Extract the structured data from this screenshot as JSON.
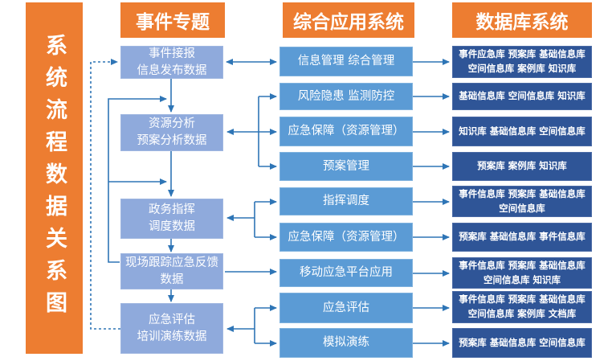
{
  "title_bar": "系统流程数据关系图",
  "colors": {
    "header_orange": "#ED7D31",
    "event_box_blue": "#8FAADC",
    "app_box_blue": "#5B9BD5",
    "db_box_blue": "#2F5597",
    "arrow_blue": "#2E75B6"
  },
  "columns": {
    "events": {
      "header": "事件专题",
      "boxes": [
        {
          "lines": [
            "事件接报",
            "信息发布数据"
          ]
        },
        {
          "lines": [
            "资源分析",
            "预案分析数据"
          ]
        },
        {
          "lines": [
            "政务指挥",
            "调度数据"
          ]
        },
        {
          "lines": [
            "现场跟踪应急反馈",
            "数据"
          ]
        },
        {
          "lines": [
            "应急评估",
            "培训演练数据"
          ]
        }
      ]
    },
    "apps": {
      "header": "综合应用系统",
      "boxes": [
        {
          "lines": [
            "信息管理 综合管理"
          ]
        },
        {
          "lines": [
            "风险隐患 监测防控"
          ]
        },
        {
          "lines": [
            "应急保障（资源管理）"
          ]
        },
        {
          "lines": [
            "预案管理"
          ]
        },
        {
          "lines": [
            "指挥调度"
          ]
        },
        {
          "lines": [
            "应急保障（资源管理）"
          ]
        },
        {
          "lines": [
            "移动应急平台应用"
          ]
        },
        {
          "lines": [
            "应急评估"
          ]
        },
        {
          "lines": [
            "模拟演练"
          ]
        }
      ]
    },
    "dbs": {
      "header": "数据库系统",
      "boxes": [
        {
          "lines": [
            "事件应急库 预案库 基础信息库",
            "空间信息库 案例库 知识库"
          ]
        },
        {
          "lines": [
            "基础信息库 空间信息库 知识库"
          ]
        },
        {
          "lines": [
            "知识库 基础信息库 空间信息库"
          ]
        },
        {
          "lines": [
            "预案库 案例库 知识库"
          ]
        },
        {
          "lines": [
            "事件信息库 预案库 基础信息库",
            "空间信息库"
          ]
        },
        {
          "lines": [
            "预案库 基础信息库 事件信息库"
          ]
        },
        {
          "lines": [
            "事件信息库 预案库 基础信息库",
            "空间信息库 知识库"
          ]
        },
        {
          "lines": [
            "事件信息库 预案库 基础信息库",
            "空间信息库 案例库 文档库"
          ]
        },
        {
          "lines": [
            "预案库 基础信息库 空间信息库"
          ]
        }
      ]
    }
  },
  "edges": {
    "main_flow": [
      "事件接报信息发布数据 → 资源分析预案分析数据",
      "资源分析预案分析数据 → 政务指挥调度数据",
      "政务指挥调度数据 → 现场跟踪应急反馈数据",
      "现场跟踪应急反馈数据 → 应急评估培训演练数据"
    ],
    "feedback_dashed": "应急评估培训演练数据 → 事件接报信息发布数据",
    "feedback_solid": "现场跟踪应急反馈数据 → 主流程（资源分析、政务指挥 前）",
    "event_to_app": [
      {
        "from": "事件接报信息发布数据",
        "to": [
          "信息管理 综合管理"
        ],
        "dir": "both"
      },
      {
        "from": "资源分析预案分析数据",
        "to": [
          "风险隐患 监测防控",
          "应急保障（资源管理）",
          "预案管理"
        ],
        "dir": "both"
      },
      {
        "from": "政务指挥调度数据",
        "to": [
          "指挥调度",
          "应急保障（资源管理）"
        ],
        "dir": "both"
      },
      {
        "from": "现场跟踪应急反馈数据",
        "to": [
          "移动应急平台应用"
        ],
        "dir": "right"
      },
      {
        "from": "应急评估培训演练数据",
        "to": [
          "应急评估",
          "模拟演练"
        ],
        "dir": "both"
      }
    ],
    "app_to_db": "每行综合应用系统框 → 同行数据库系统框"
  }
}
